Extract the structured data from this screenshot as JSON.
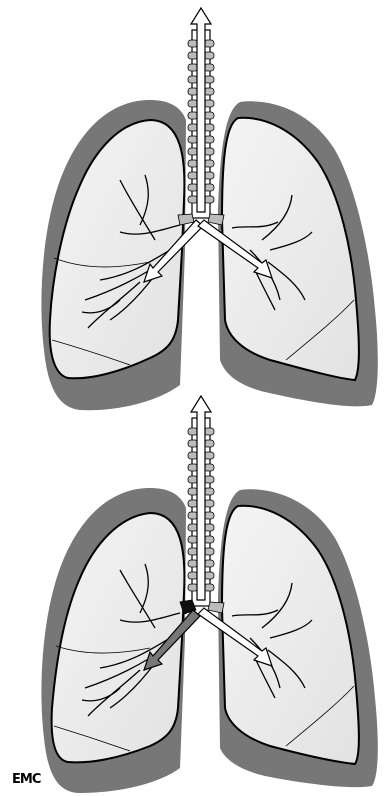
{
  "logo_text": "EMC",
  "colors": {
    "pleura": "#777777",
    "lung_fill": "#ececec",
    "outline": "#000000",
    "airway_fill": "#ffffff",
    "ring_fill": "#bbbbbb",
    "obstruction": "#111111"
  },
  "panels": [
    {
      "id": "top",
      "obstruction": false
    },
    {
      "id": "bottom",
      "obstruction": true
    }
  ]
}
